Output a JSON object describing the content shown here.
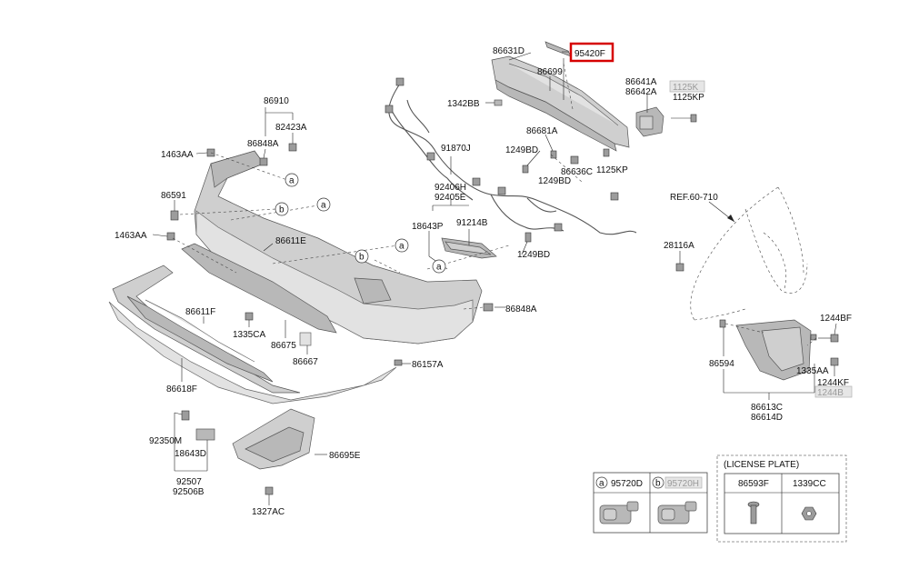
{
  "callouts": {
    "a": "a",
    "b": "b"
  },
  "labels": {
    "p86631D": "86631D",
    "p95420F": "95420F",
    "p86699": "86699",
    "p86641A": "86641A",
    "p86642A": "86642A",
    "p1125K": "1125K",
    "p1125KP_top": "1125KP",
    "p1342BB": "1342BB",
    "p86681A": "86681A",
    "p1249BD_a": "1249BD",
    "p86636C": "86636C",
    "p1125KP_b": "1125KP",
    "p1249BD_b": "1249BD",
    "p91870J": "91870J",
    "p92406H": "92406H",
    "p92405E": "92405E",
    "p18643P": "18643P",
    "p91214B": "91214B",
    "p1249BD_c": "1249BD",
    "p86910": "86910",
    "p82423A": "82423A",
    "p86848A_top": "86848A",
    "p1463AA_a": "1463AA",
    "p86591": "86591",
    "p1463AA_b": "1463AA",
    "p86611E": "86611E",
    "p86611F": "86611F",
    "p1335CA_a": "1335CA",
    "p86675": "86675",
    "p86667": "86667",
    "p86848A_b": "86848A",
    "p86157A": "86157A",
    "p86618F": "86618F",
    "p92350M": "92350M",
    "p18643D": "18643D",
    "p92507": "92507",
    "p92506B": "92506B",
    "p86695E": "86695E",
    "p1327AC": "1327AC",
    "pREF": "REF.60-710",
    "p28116A": "28116A",
    "p1244BF": "1244BF",
    "p86594": "86594",
    "p1335AA": "1335AA",
    "p1244KF": "1244KF",
    "p1244B": "1244B",
    "p86613C": "86613C",
    "p86614D": "86614D"
  },
  "legend": {
    "a_part": "95720D",
    "b_part": "95720H"
  },
  "license_plate": {
    "title": "(LICENSE PLATE)",
    "col1": "86593F",
    "col2": "1339CC"
  }
}
